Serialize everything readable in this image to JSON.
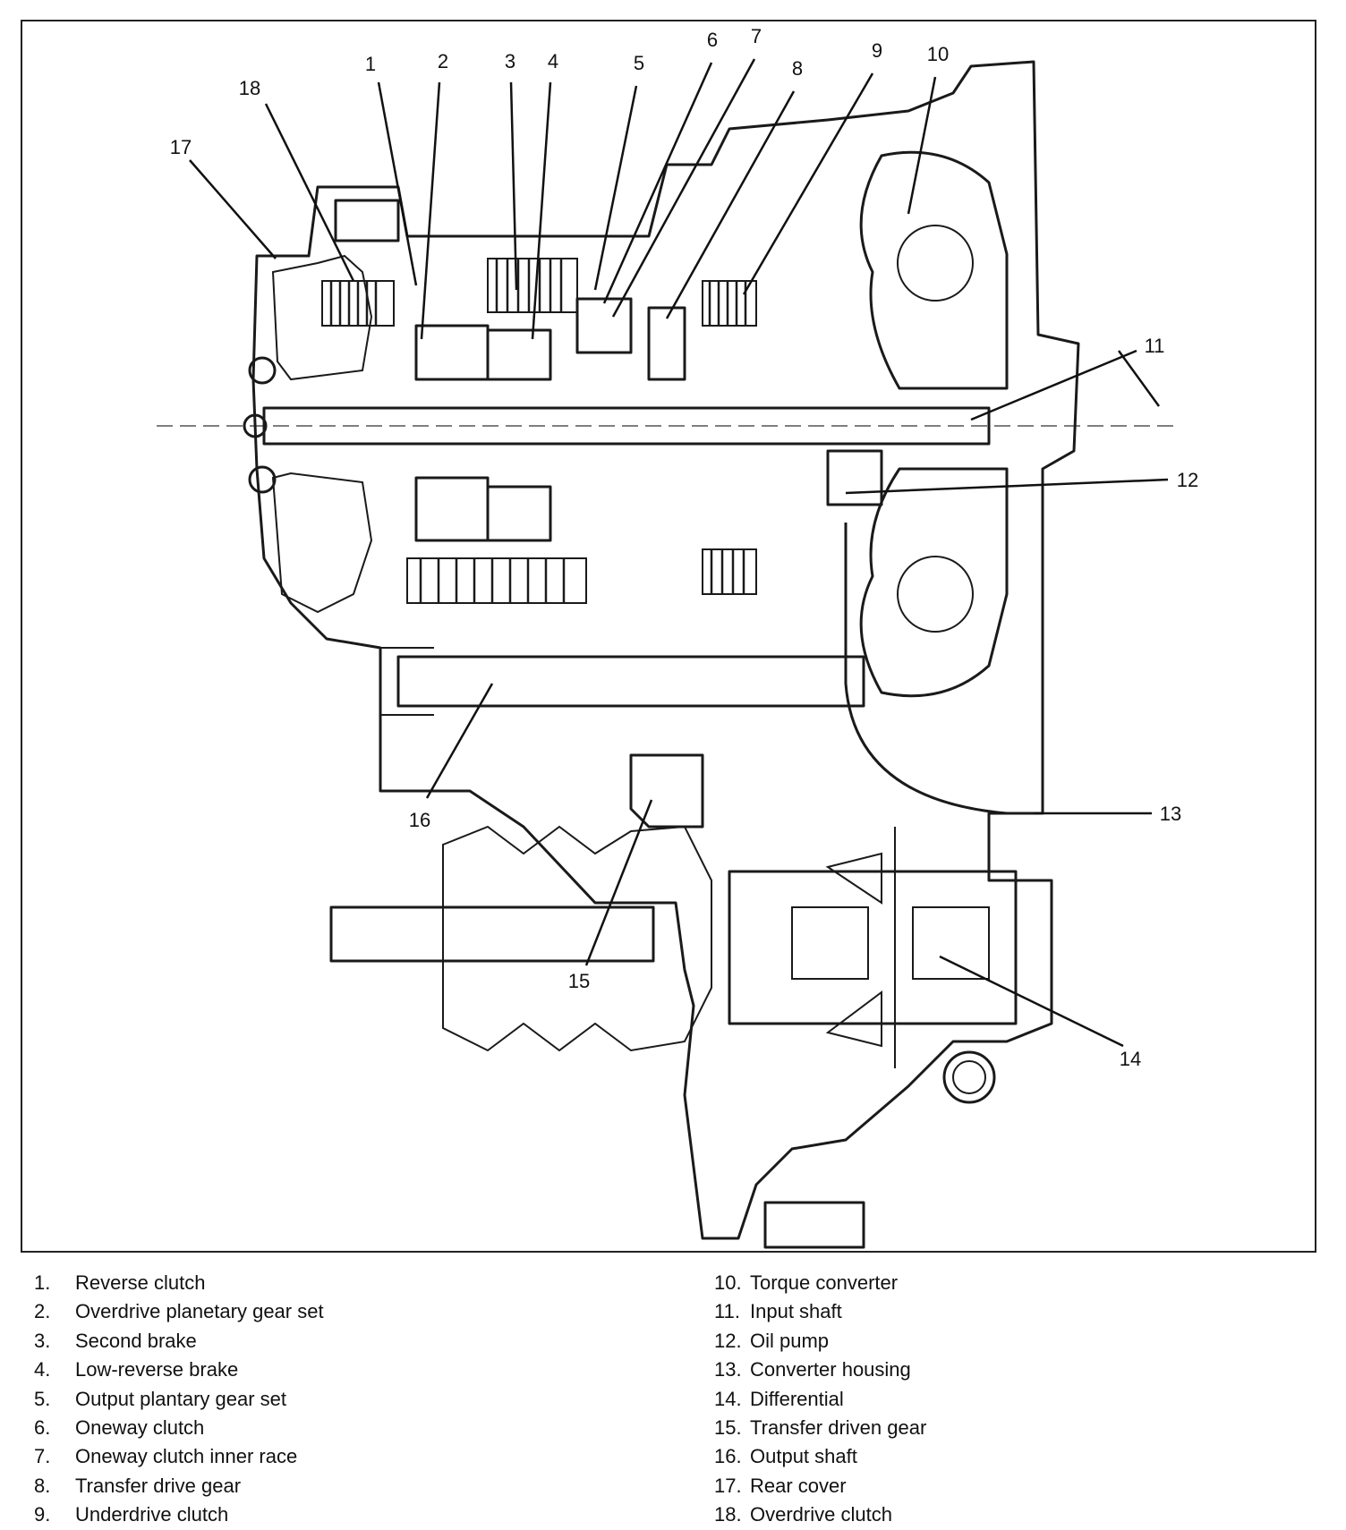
{
  "callouts": [
    "1",
    "2",
    "3",
    "4",
    "5",
    "6",
    "7",
    "8",
    "9",
    "10",
    "11",
    "12",
    "13",
    "14",
    "15",
    "16",
    "17",
    "18"
  ],
  "legend": {
    "left": [
      {
        "num": "1.",
        "label": "Reverse clutch"
      },
      {
        "num": "2.",
        "label": "Overdrive planetary gear set"
      },
      {
        "num": "3.",
        "label": "Second brake"
      },
      {
        "num": "4.",
        "label": "Low-reverse brake"
      },
      {
        "num": "5.",
        "label": "Output plantary gear set"
      },
      {
        "num": "6.",
        "label": "Oneway clutch"
      },
      {
        "num": "7.",
        "label": "Oneway clutch inner race"
      },
      {
        "num": "8.",
        "label": "Transfer drive gear"
      },
      {
        "num": "9.",
        "label": "Underdrive clutch"
      }
    ],
    "right": [
      {
        "num": "10.",
        "label": "Torque converter"
      },
      {
        "num": "11.",
        "label": "Input shaft"
      },
      {
        "num": "12.",
        "label": "Oil pump"
      },
      {
        "num": "13.",
        "label": "Converter housing"
      },
      {
        "num": "14.",
        "label": "Differential"
      },
      {
        "num": "15.",
        "label": "Transfer driven gear"
      },
      {
        "num": "16.",
        "label": "Output shaft"
      },
      {
        "num": "17.",
        "label": "Rear cover"
      },
      {
        "num": "18.",
        "label": "Overdrive clutch"
      }
    ]
  }
}
